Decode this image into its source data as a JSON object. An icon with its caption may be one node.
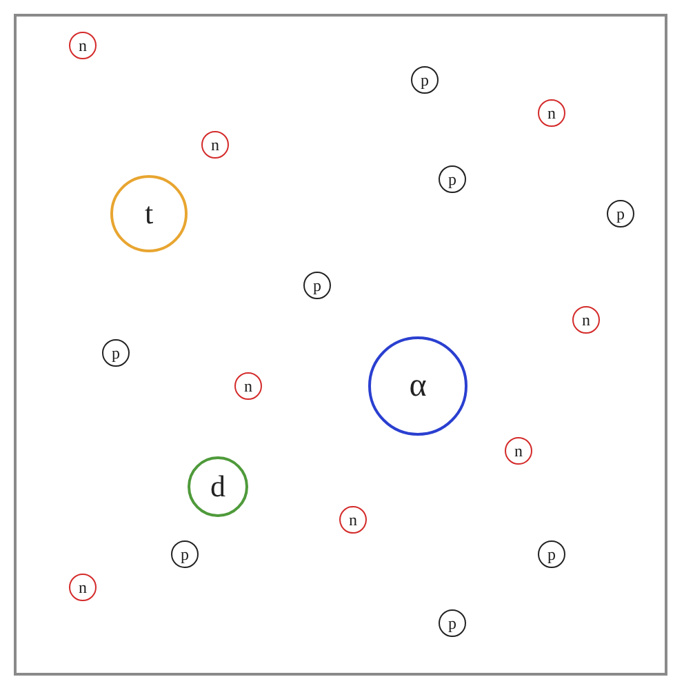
{
  "diagram": {
    "nodes": [
      {
        "text": [
          "n"
        ]
      },
      {
        "text": [
          "p"
        ]
      },
      {
        "text": [
          "n"
        ]
      },
      {
        "text": [
          "n"
        ]
      },
      {
        "text": [
          "p"
        ]
      },
      {
        "text": [
          "t"
        ]
      },
      {
        "text": [
          "p"
        ]
      },
      {
        "text": [
          "p"
        ]
      },
      {
        "text": [
          "n"
        ]
      },
      {
        "text": [
          "p"
        ]
      },
      {
        "text": [
          "n"
        ]
      },
      {
        "text": [
          "α"
        ]
      },
      {
        "text": [
          "n"
        ]
      },
      {
        "text": [
          "d"
        ]
      },
      {
        "text": [
          "n"
        ]
      },
      {
        "text": [
          "p"
        ]
      },
      {
        "text": [
          "p"
        ]
      },
      {
        "text": [
          "n"
        ]
      },
      {
        "text": [
          "p"
        ]
      }
    ]
  }
}
